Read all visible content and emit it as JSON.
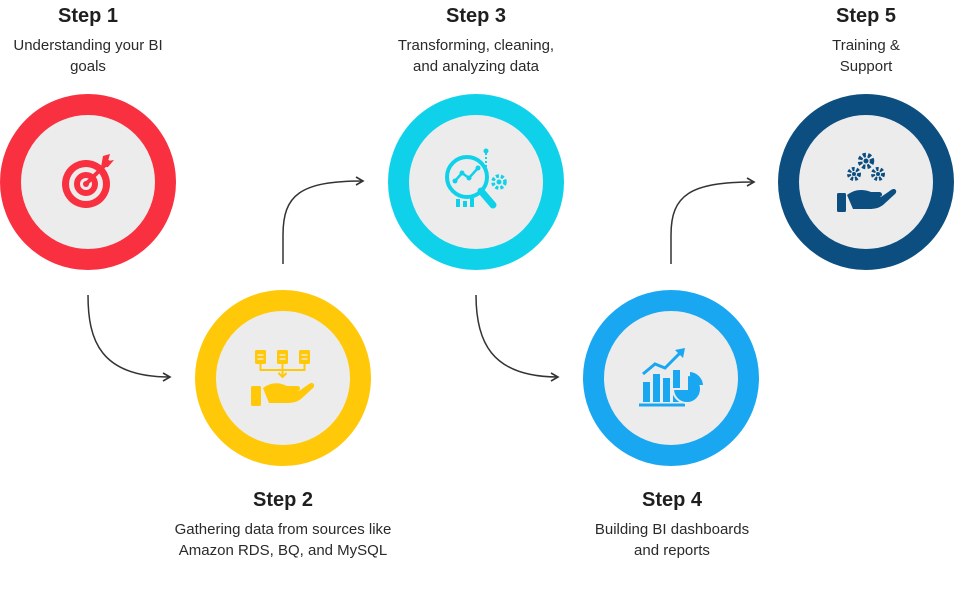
{
  "steps": [
    {
      "title": "Step 1",
      "desc_line1": "Understanding your BI",
      "desc_line2": "goals",
      "color": "#f9303f",
      "icon": "target-icon"
    },
    {
      "title": "Step 2",
      "desc_line1": "Gathering data from sources like",
      "desc_line2": "Amazon RDS, BQ, and MySQL",
      "color": "#ffc90a",
      "icon": "hand-documents-icon"
    },
    {
      "title": "Step 3",
      "desc_line1": "Transforming, cleaning,",
      "desc_line2": "and analyzing data",
      "color": "#0fd2ea",
      "icon": "analytics-magnifier-icon"
    },
    {
      "title": "Step 4",
      "desc_line1": "Building BI dashboards",
      "desc_line2": "and reports",
      "color": "#1aa7f1",
      "icon": "dashboard-chart-icon"
    },
    {
      "title": "Step 5",
      "desc_line1": "Training &",
      "desc_line2": "Support",
      "color": "#0c4e7f",
      "icon": "hand-gears-icon"
    }
  ],
  "colors": {
    "inner_circle": "#ececec",
    "arrow": "#333333"
  }
}
